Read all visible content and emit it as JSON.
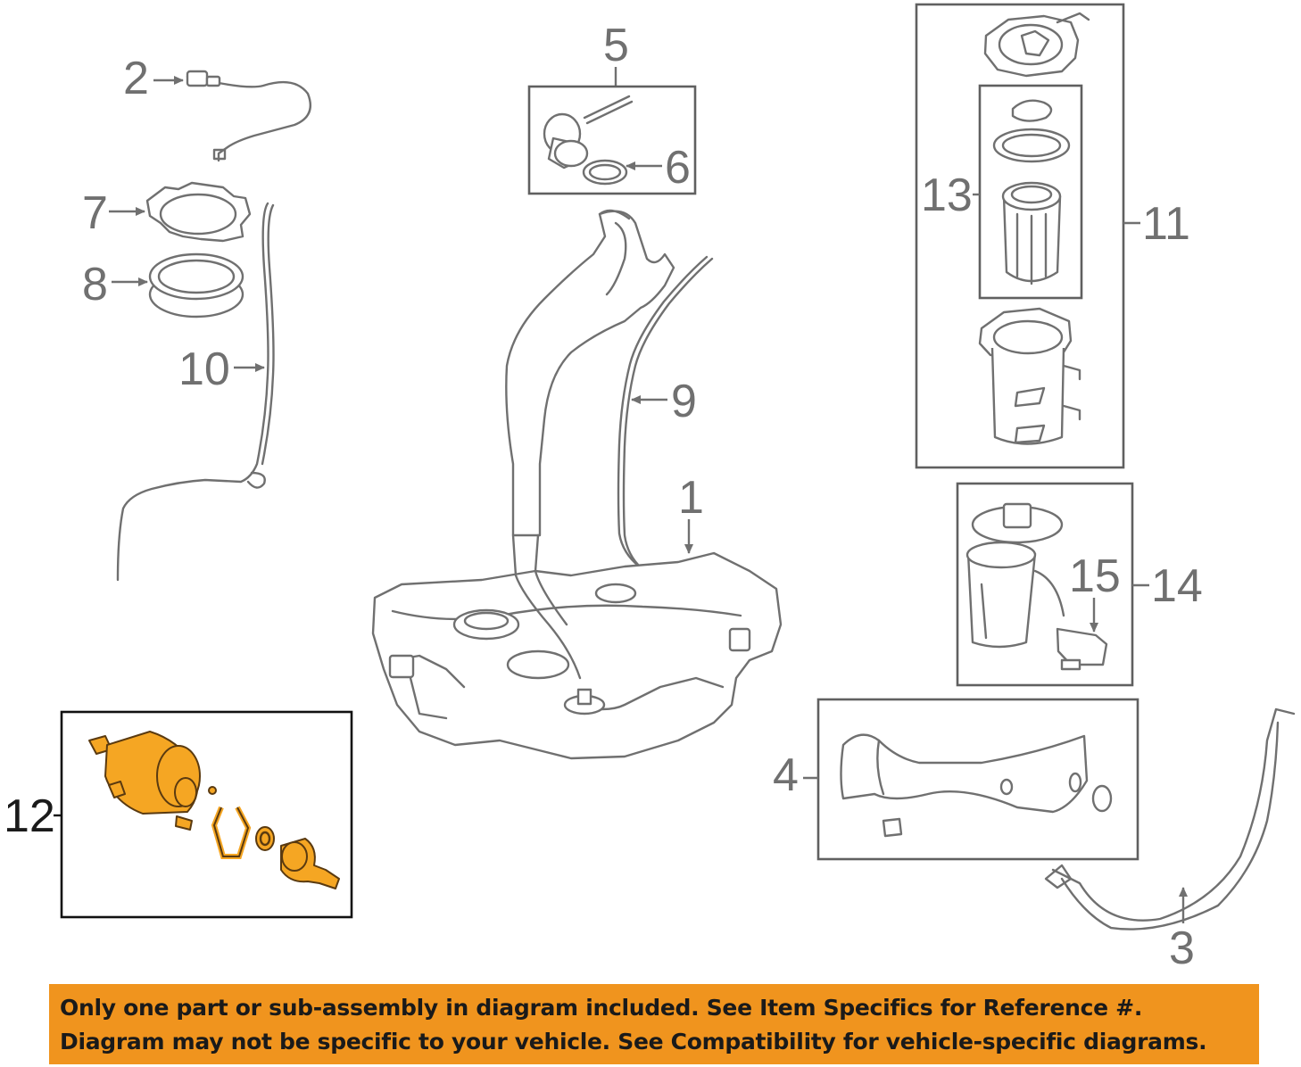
{
  "callouts": {
    "c1": "1",
    "c2": "2",
    "c3": "3",
    "c4": "4",
    "c5": "5",
    "c6": "6",
    "c7": "7",
    "c8": "8",
    "c9": "9",
    "c10": "10",
    "c11": "11",
    "c12": "12",
    "c13": "13",
    "c14": "14",
    "c15": "15"
  },
  "highlight_color": "#f5a623",
  "notice": {
    "background": "#f0941e",
    "line1": "Only one part or sub-assembly in diagram included. See Item Specifics for Reference #.",
    "line2": "Diagram may not be specific to your vehicle. See Compatibility for vehicle-specific diagrams."
  }
}
